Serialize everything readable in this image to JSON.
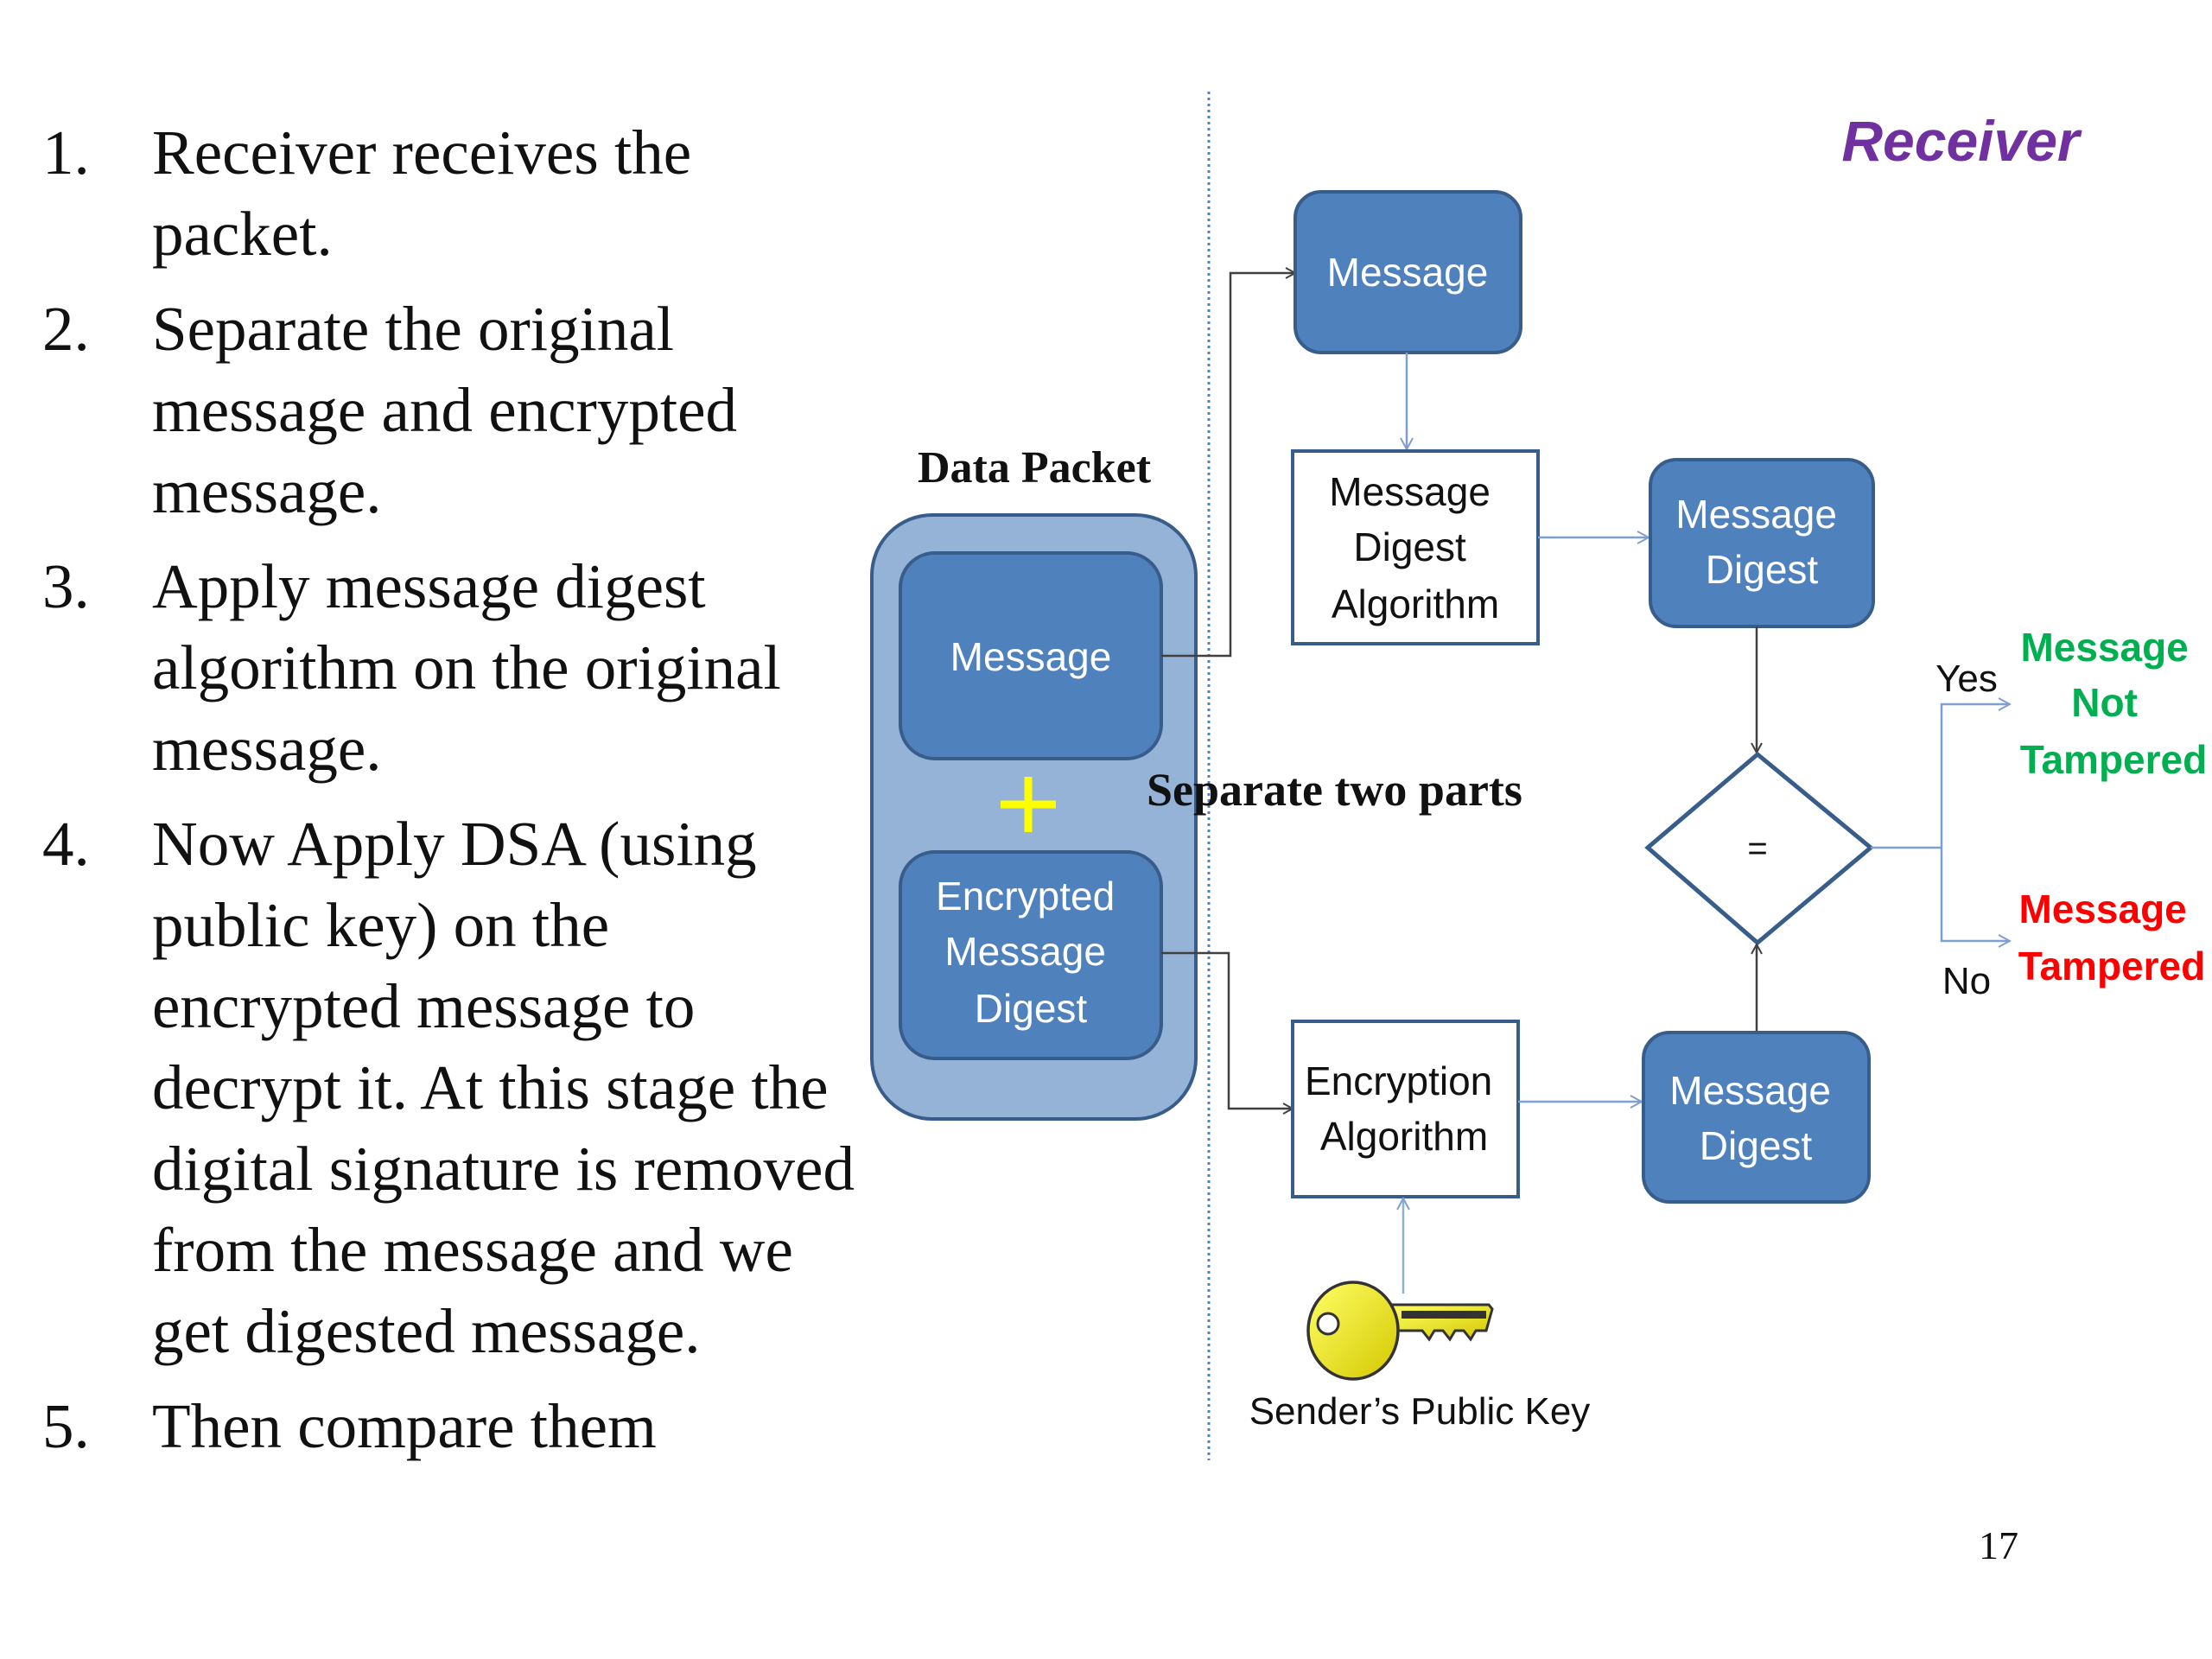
{
  "slide": {
    "page_number": "17"
  },
  "steps": [
    {
      "number": "1.",
      "text": "Receiver receives the packet."
    },
    {
      "number": "2.",
      "text": "Separate the original message and encrypted message."
    },
    {
      "number": "3.",
      "text": "Apply message digest algorithm on the original message."
    },
    {
      "number": "4.",
      "text": "Now Apply DSA (using public key) on the encrypted message to decrypt it. At this stage the digital signature is removed from the message and we get digested message."
    },
    {
      "number": "5.",
      "text": "Then compare them"
    }
  ],
  "diagram": {
    "title": "Receiver",
    "data_packet_label": "Data Packet",
    "separate_label": "Separate two parts",
    "packet_message": "Message",
    "plus_symbol": "+",
    "packet_encrypted": [
      "Encrypted",
      "Message",
      "Digest"
    ],
    "top_message": "Message",
    "md_algorithm": [
      "Message",
      "Digest",
      "Algorithm"
    ],
    "md_top": [
      "Message",
      "Digest"
    ],
    "compare_symbol": "=",
    "yes_label": "Yes",
    "no_label": "No",
    "not_tampered": [
      "Message",
      "Not",
      "Tampered"
    ],
    "tampered": [
      "Message",
      "Tampered"
    ],
    "encryption_algorithm": [
      "Encryption",
      "Algorithm"
    ],
    "md_bottom": [
      "Message",
      "Digest"
    ],
    "key_label": "Sender’s Public Key",
    "colors": {
      "box_fill": "#4f81bd",
      "box_stroke": "#385d8a",
      "packet_fill": "#95b3d7",
      "title": "#7030a0",
      "green": "#00b050",
      "red": "#ff0000",
      "plus": "#ffff00",
      "key": "#e8e000"
    }
  }
}
